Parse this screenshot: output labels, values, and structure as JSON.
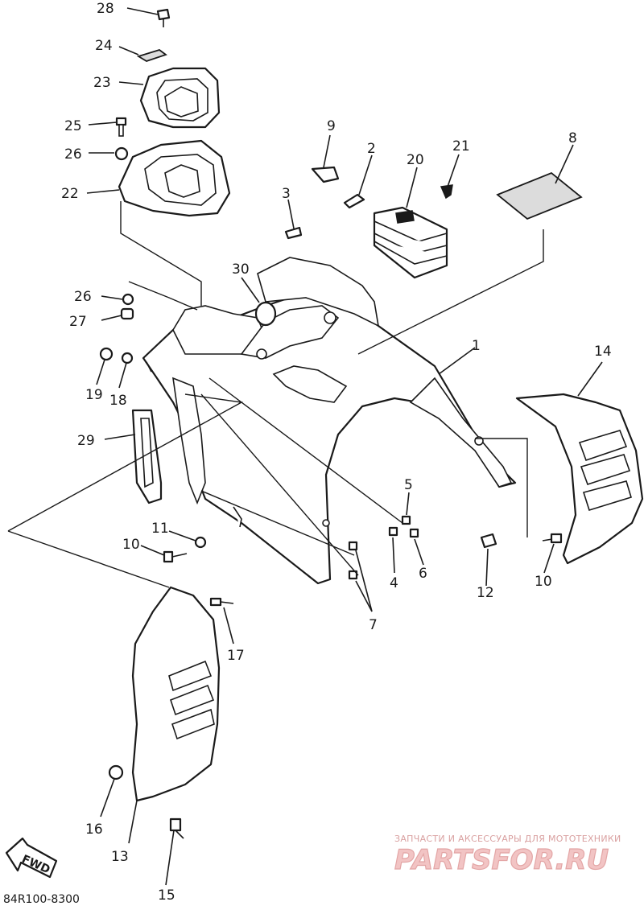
{
  "diagram": {
    "callouts": {
      "p1": "1",
      "p2": "2",
      "p3": "3",
      "p4": "4",
      "p5": "5",
      "p6": "6",
      "p7": "7",
      "p8": "8",
      "p9": "9",
      "p10a": "10",
      "p10b": "10",
      "p11": "11",
      "p12": "12",
      "p13": "13",
      "p14": "14",
      "p15": "15",
      "p16": "16",
      "p17": "17",
      "p18": "18",
      "p19": "19",
      "p20": "20",
      "p21": "21",
      "p22": "22",
      "p23": "23",
      "p24": "24",
      "p25": "25",
      "p26a": "26",
      "p26b": "26",
      "p27": "27",
      "p28": "28",
      "p29": "29",
      "p30": "30"
    },
    "part_code": "84R100-8300",
    "direction_label": "FWD"
  },
  "watermark": {
    "tagline": "ЗАПЧАСТИ И АКСЕССУАРЫ ДЛЯ МОТОТЕХНИКИ",
    "brand": "PARTSFOR.RU"
  }
}
